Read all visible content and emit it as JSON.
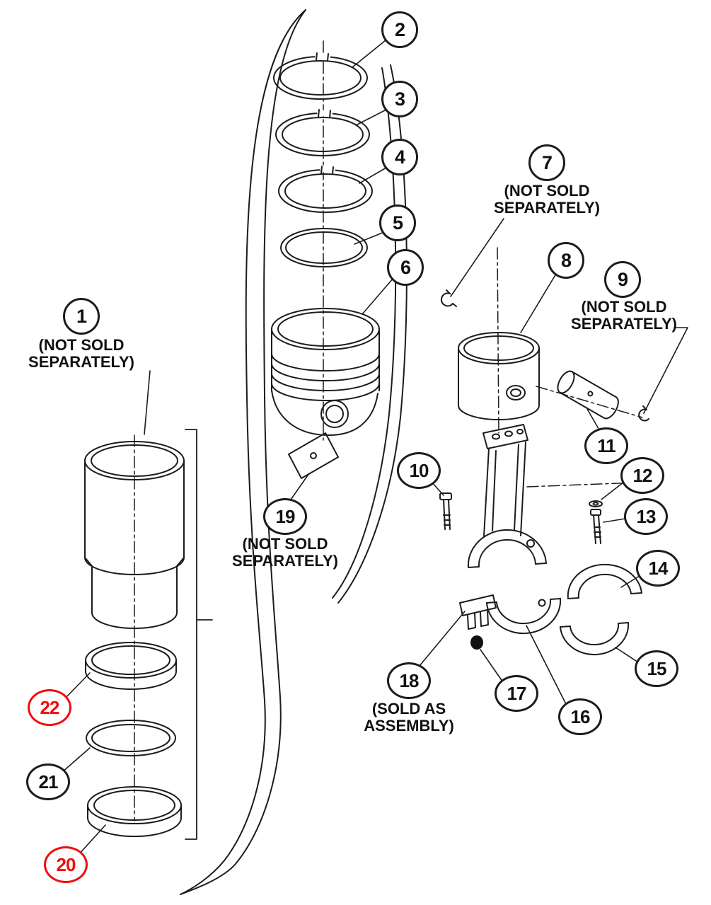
{
  "figure": {
    "kind": "exploded-parts-diagram",
    "background": "#ffffff",
    "line_color": "#1c1c1c",
    "highlight_color": "#f40b0b"
  },
  "callouts": [
    {
      "label": "1",
      "note": "(NOT SOLD\nSEPARATELY)",
      "highlighted": false
    },
    {
      "label": "2",
      "highlighted": false
    },
    {
      "label": "3",
      "highlighted": false
    },
    {
      "label": "4",
      "highlighted": false
    },
    {
      "label": "5",
      "highlighted": false
    },
    {
      "label": "6",
      "highlighted": false
    },
    {
      "label": "7",
      "note": "(NOT SOLD\nSEPARATELY)",
      "highlighted": false
    },
    {
      "label": "8",
      "highlighted": false
    },
    {
      "label": "9",
      "note": "(NOT SOLD\nSEPARATELY)",
      "highlighted": false
    },
    {
      "label": "10",
      "highlighted": false
    },
    {
      "label": "11",
      "highlighted": false
    },
    {
      "label": "12",
      "highlighted": false
    },
    {
      "label": "13",
      "highlighted": false
    },
    {
      "label": "14",
      "highlighted": false
    },
    {
      "label": "15",
      "highlighted": false
    },
    {
      "label": "16",
      "highlighted": false
    },
    {
      "label": "17",
      "highlighted": false
    },
    {
      "label": "18",
      "note": "(SOLD AS\nASSEMBLY)",
      "highlighted": false
    },
    {
      "label": "19",
      "note": "(NOT SOLD\nSEPARATELY)",
      "highlighted": false
    },
    {
      "label": "20",
      "highlighted": true
    },
    {
      "label": "21",
      "highlighted": false
    },
    {
      "label": "22",
      "highlighted": true
    }
  ]
}
